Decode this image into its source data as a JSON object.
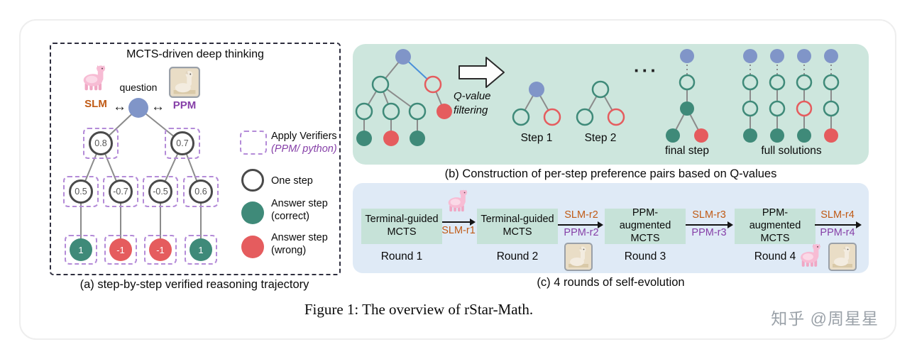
{
  "figure": {
    "caption": "Figure 1: The overview of rStar-Math.",
    "watermark": "知乎 @周星星"
  },
  "glyphs": {
    "double_arrow": "↔",
    "ellipsis": "···"
  },
  "colors": {
    "node_blue": "#8095c8",
    "node_green_fill": "#3f8a79",
    "node_red_fill": "#e55c5e",
    "verifier_purple_dash": "#b48bd8",
    "slm_orange": "#c05a15",
    "ppm_purple": "#8640a8",
    "panel_b_background": "#cde6dd",
    "panel_c_background": "#dfeaf6",
    "stage_box_background": "#c6e2d8"
  },
  "panel_a": {
    "title": "MCTS-driven deep thinking",
    "slm": "SLM",
    "ppm": "PPM",
    "question": "question",
    "node_values": {
      "level1": [
        "0.8",
        "0.7"
      ],
      "level2": [
        "0.5",
        "-0.7",
        "-0.5",
        "0.6"
      ],
      "level3": [
        "1",
        "-1",
        "-1",
        "1"
      ]
    },
    "legend": {
      "apply_verifiers": "Apply Verifiers",
      "apply_verifiers_detail": "(PPM/ python)",
      "one_step": "One step",
      "answer_correct": "Answer step (correct)",
      "answer_wrong": "Answer step (wrong)"
    },
    "caption": "(a) step-by-step verified reasoning trajectory"
  },
  "panel_b": {
    "filter_label": "Q-value filtering",
    "labels": {
      "step1": "Step 1",
      "step2": "Step 2",
      "final_step": "final step",
      "full_solutions": "full solutions"
    },
    "caption": "(b) Construction of per-step preference pairs based on Q-values"
  },
  "panel_c": {
    "stages": [
      "Terminal-guided MCTS",
      "Terminal-guided MCTS",
      "PPM-augmented MCTS",
      "PPM-augmented MCTS"
    ],
    "rounds": [
      "Round 1",
      "Round 2",
      "Round 3",
      "Round 4"
    ],
    "transitions": [
      {
        "slm": "SLM-r1",
        "ppm": ""
      },
      {
        "slm": "SLM-r2",
        "ppm": "PPM-r2"
      },
      {
        "slm": "SLM-r3",
        "ppm": "PPM-r3"
      },
      {
        "slm": "SLM-r4",
        "ppm": "PPM-r4"
      }
    ],
    "caption": "(c) 4 rounds of self-evolution"
  }
}
